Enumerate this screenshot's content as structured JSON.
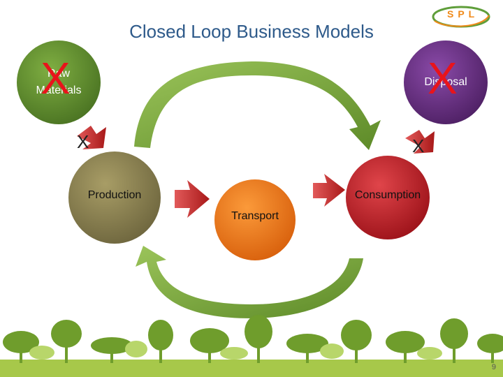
{
  "title": "Closed Loop Business Models",
  "logo_text": "SPL",
  "nodes": {
    "raw_materials": {
      "line1": "Raw",
      "line2": "Materials",
      "color": "#5f8b2c"
    },
    "disposal": {
      "label": "Disposal",
      "color": "#6b2f86"
    },
    "production": {
      "label": "Production",
      "color": "#8e8452"
    },
    "transport": {
      "label": "Transport",
      "color": "#f07b1a"
    },
    "consumption": {
      "label": "Consumption",
      "color": "#c4202a"
    }
  },
  "marks": {
    "big_x_left": "X",
    "big_x_right": "X",
    "small_x_left": "X",
    "small_x_right": "X"
  },
  "page_number": "9",
  "colors": {
    "title": "#2e5a8a",
    "cross": "#e8141b",
    "loop_arrow": "#7aa53a",
    "flow_arrow": "#c42a2a"
  }
}
